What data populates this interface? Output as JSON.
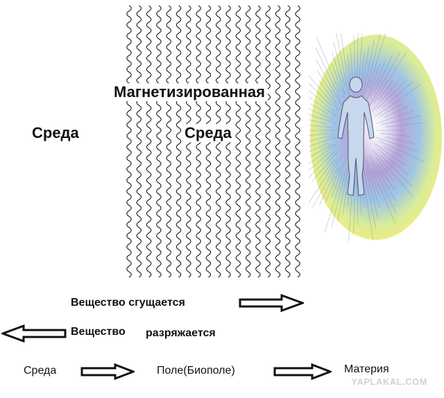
{
  "labels": {
    "magnetized": "Магнетизированная",
    "medium_left": "Среда",
    "medium_center": "Среда",
    "condenses": "Вещество сгущается",
    "rarefies_word": "Вещество",
    "rarefies": "разряжается",
    "chain_1": "Среда",
    "chain_2": "Поле(Биополе)",
    "chain_3": "Материя"
  },
  "watermark": "YAPLAKAL.COM",
  "colors": {
    "ink": "#111111",
    "aura_yellow": "#f3ec7a",
    "aura_blue": "#9ec5e6",
    "aura_violet": "#b7a3d9",
    "watermark": "#c9d3d9"
  },
  "icons": [
    "wave-lines",
    "arrow-right-icon",
    "arrow-left-icon",
    "human-figure-icon"
  ]
}
